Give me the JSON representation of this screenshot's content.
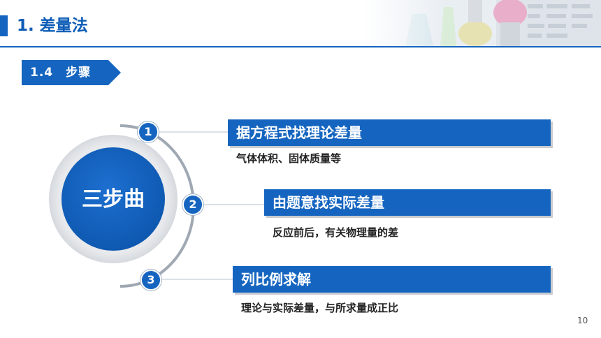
{
  "header": {
    "title": "1. 差量法"
  },
  "section": {
    "label": "1.4　步骤"
  },
  "diagram": {
    "center_label": "三步曲",
    "steps": [
      {
        "number": "1",
        "title": "据方程式找理论差量",
        "desc": "气体体积、固体质量等"
      },
      {
        "number": "2",
        "title": "由题意找实际差量",
        "desc": "反应前后，有关物理量的差"
      },
      {
        "number": "3",
        "title": "列比例求解",
        "desc": "理论与实际差量，与所求量成正比"
      }
    ]
  },
  "page": {
    "number": "10"
  },
  "colors": {
    "primary": "#1565c0",
    "ring": "#e3e6ea",
    "arc": "#9fa8b3"
  }
}
